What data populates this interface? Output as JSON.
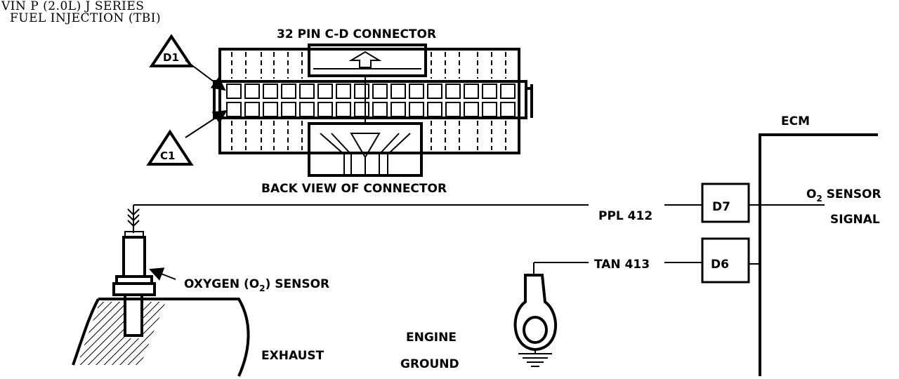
{
  "header": {
    "line1": "VIN P (2.0L) J SERIES",
    "line2": "FUEL INJECTION (TBI)"
  },
  "connector": {
    "title": "32 PIN C-D CONNECTOR",
    "caption": "BACK VIEW OF CONNECTOR",
    "marker_top": "D1",
    "marker_bottom": "C1"
  },
  "ecm": {
    "label": "ECM",
    "signal_line1": "O",
    "signal_sub": "2",
    "signal_line1_rest": " SENSOR",
    "signal_line2": "SIGNAL",
    "pins": [
      {
        "pin": "D7",
        "wire": "PPL 412"
      },
      {
        "pin": "D6",
        "wire": "TAN 413"
      }
    ]
  },
  "sensor": {
    "label_pre": "OXYGEN (O",
    "label_sub": "2",
    "label_post": ") SENSOR",
    "exhaust": "EXHAUST"
  },
  "ground": {
    "line1": "ENGINE",
    "line2": "GROUND"
  }
}
